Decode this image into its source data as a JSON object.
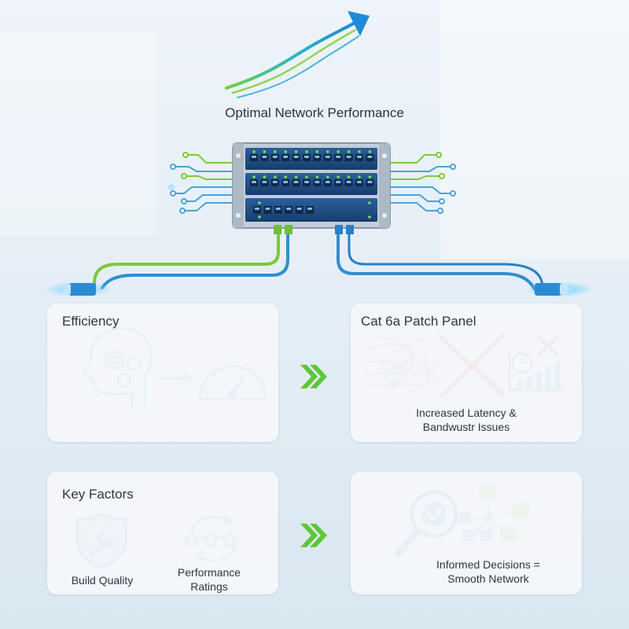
{
  "header": {
    "title": "Optimal Network Performance"
  },
  "cards": {
    "efficiency": {
      "title": "Efficiency"
    },
    "patch_panel": {
      "title": "Cat 6a Patch Panel",
      "caption": "Increased Latency & Bandwustr Issues"
    },
    "key_factors": {
      "title": "Key Factors",
      "build_quality": "Build Quality",
      "performance_ratings": "Performance Ratings"
    },
    "decisions": {
      "caption": "Informed Decisions = Smooth Network"
    }
  },
  "colors": {
    "accent_blue": "#1d8ad6",
    "accent_green": "#5ec63a",
    "alert_red": "#e5342d",
    "device_navy": "#1f4f86"
  }
}
